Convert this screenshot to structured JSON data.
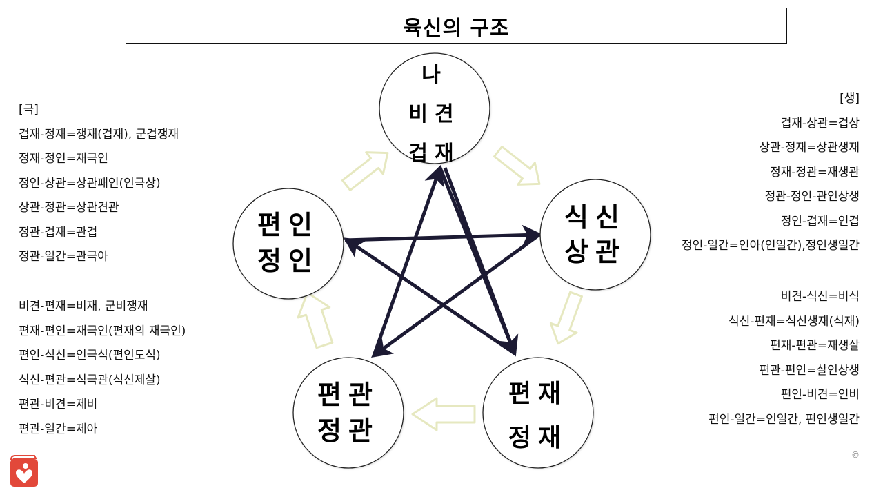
{
  "title": "육신의 구조",
  "left_panel": {
    "section1_header": "[극]",
    "section1_items": [
      "겁재-정재=쟁재(겁재), 군겁쟁재",
      "정재-정인=재극인",
      "정인-상관=상관패인(인극상)",
      "상관-정관=상관견관",
      "정관-겁재=관겁",
      "정관-일간=관극아"
    ],
    "section2_items": [
      "비견-편재=비재, 군비쟁재",
      "편재-편인=재극인(편재의 재극인)",
      "편인-식신=인극식(편인도식)",
      "식신-편관=식극관(식신제살)",
      "편관-비견=제비",
      "편관-일간=제아"
    ]
  },
  "right_panel": {
    "section1_header": "[생]",
    "section1_items": [
      "겁재-상관=겁상",
      "상관-정재=상관생재",
      "정재-정관=재생관",
      "정관-정인-관인상생",
      "정인-겁재=인겁",
      "정인-일간=인아(인일간),정인생일간"
    ],
    "section2_items": [
      "비견-식신=비식",
      "식신-편재=식신생재(식재)",
      "편재-편관=재생살",
      "편관-편인=살인상생",
      "편인-비견=인비",
      "편인-일간=인일간, 편인생일간"
    ]
  },
  "diagram": {
    "nodes": [
      {
        "id": "self",
        "lines": [
          "나",
          "비견",
          "겁재"
        ]
      },
      {
        "id": "output",
        "lines": [
          "식신",
          "상관"
        ]
      },
      {
        "id": "wealth",
        "lines": [
          "편재",
          "정재"
        ]
      },
      {
        "id": "officer",
        "lines": [
          "편관",
          "정관"
        ]
      },
      {
        "id": "resource",
        "lines": [
          "편인",
          "정인"
        ]
      }
    ],
    "generate_cycle": [
      "self",
      "output",
      "wealth",
      "officer",
      "resource"
    ],
    "control_star": [
      "self→wealth",
      "wealth→resource",
      "resource→output",
      "output→officer",
      "officer→self"
    ],
    "colors": {
      "star_arrow": "#1c1a33",
      "cycle_arrow_stroke": "#e6e8c0",
      "circle_stroke": "#222222"
    }
  },
  "copyright_symbol": "©"
}
